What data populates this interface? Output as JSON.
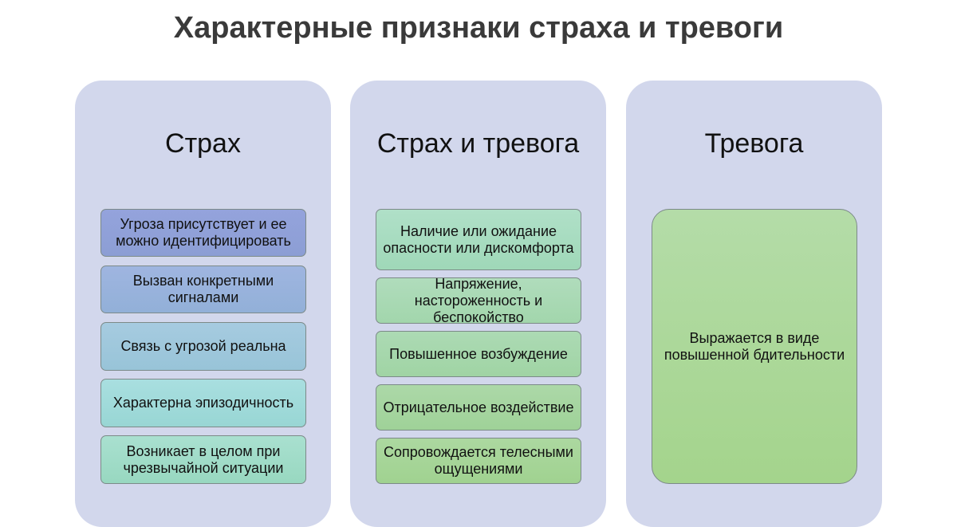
{
  "title": "Характерные признаки страха и тревоги",
  "columns": [
    {
      "heading": "Страх",
      "items": [
        "Угроза присутствует и ее можно идентифицировать",
        "Вызван конкретными сигналами",
        "Связь с угрозой реальна",
        "Характерна эпизодичность",
        "Возникает в целом при чрезвычайной ситуации"
      ]
    },
    {
      "heading": "Страх и тревога",
      "items": [
        "Наличие или ожидание опасности или дискомфорта",
        "Напряжение, настороженность и беспокойство",
        "Повышенное возбуждение",
        "Отрицательное воздействие",
        "Сопровождается телесными ощущениями"
      ]
    },
    {
      "heading": "Тревога",
      "items": [
        "Выражается в виде повышенной бдительности"
      ]
    }
  ]
}
